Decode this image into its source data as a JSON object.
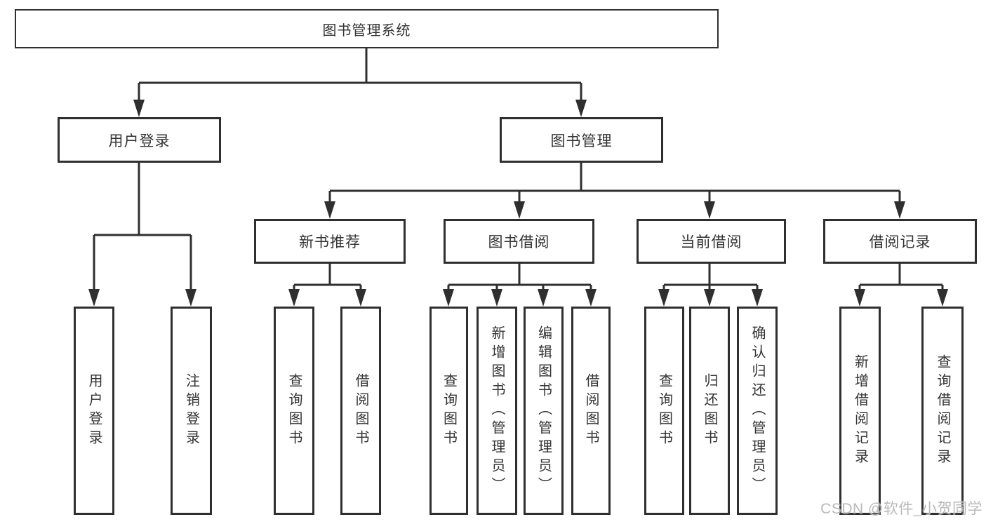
{
  "tree": {
    "root": {
      "label": "图书管理系统"
    },
    "branches": [
      {
        "label": "用户登录",
        "children": [
          {
            "label": "用户登录"
          },
          {
            "label": "注销登录"
          }
        ]
      },
      {
        "label": "图书管理",
        "children": [
          {
            "label": "新书推荐",
            "children": [
              {
                "label": "查询图书"
              },
              {
                "label": "借阅图书"
              }
            ]
          },
          {
            "label": "图书借阅",
            "children": [
              {
                "label": "查询图书"
              },
              {
                "label": "新增图书（管理员）"
              },
              {
                "label": "编辑图书（管理员）"
              },
              {
                "label": "借阅图书"
              }
            ]
          },
          {
            "label": "当前借阅",
            "children": [
              {
                "label": "查询图书"
              },
              {
                "label": "归还图书"
              },
              {
                "label": "确认归还（管理员）"
              }
            ]
          },
          {
            "label": "借阅记录",
            "children": [
              {
                "label": "新增借阅记录"
              },
              {
                "label": "查询借阅记录"
              }
            ]
          }
        ]
      }
    ]
  },
  "watermark": {
    "text": "CSDN @软件_小贺同学"
  },
  "colors": {
    "line": "#2f2f2f",
    "box_border": "#2f2f2f",
    "box_fill": "#ffffff",
    "text": "#333333",
    "watermark": "#b9b9b9",
    "background": "#ffffff"
  }
}
